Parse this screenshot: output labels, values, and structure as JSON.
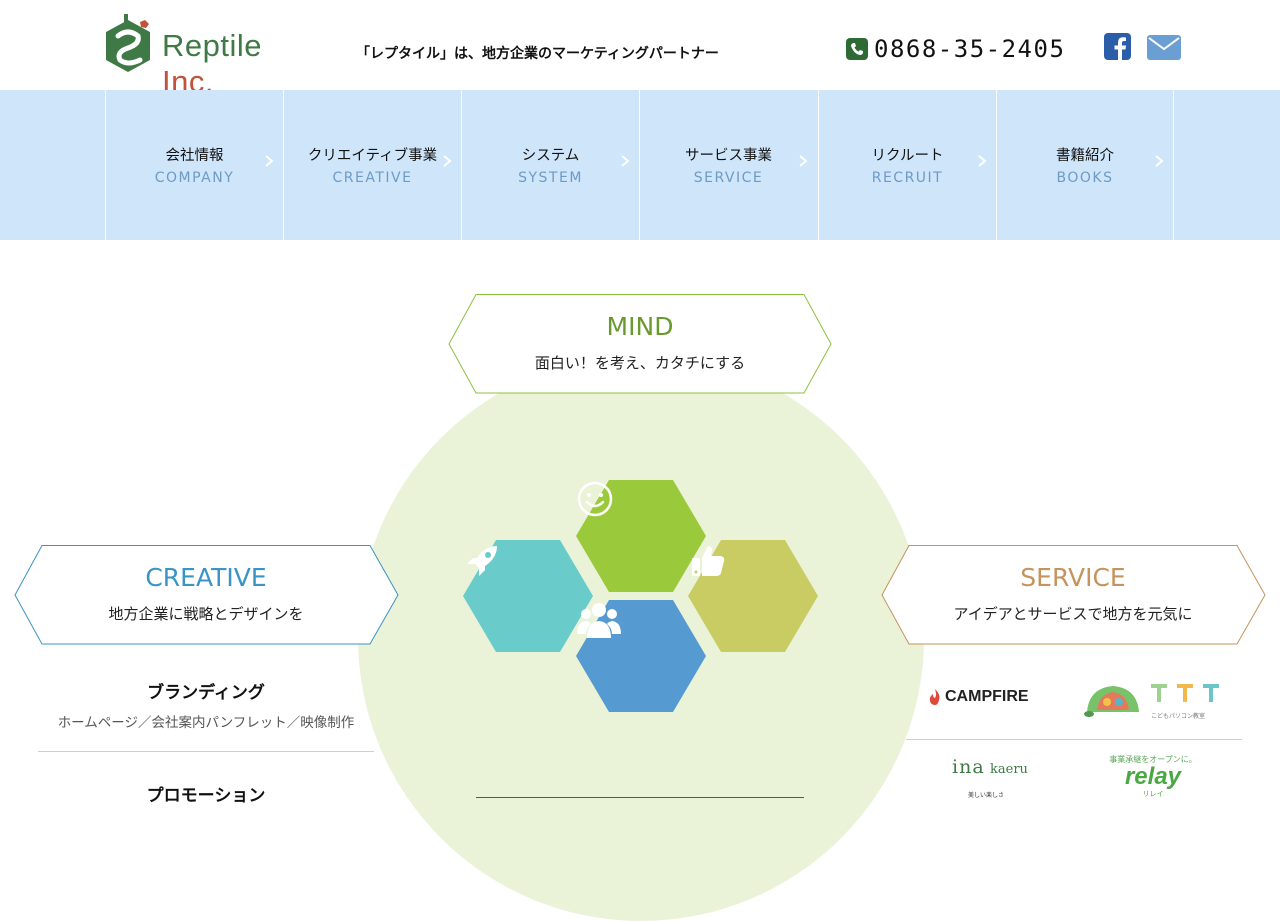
{
  "header": {
    "logo_main": "Reptile",
    "logo_suffix": " Inc.",
    "tagline": "「レプタイル」は、地方企業のマーケティングパートナー",
    "phone": "0868-35-2405",
    "phone_icon": "phone-icon",
    "facebook_icon": "facebook-icon",
    "mail_icon": "mail-icon",
    "colors": {
      "logo_green": "#3f7a46",
      "logo_accent": "#c0533a"
    }
  },
  "nav": {
    "items": [
      {
        "jp": "会社情報",
        "en": "COMPANY"
      },
      {
        "jp": "クリエイティブ事業",
        "en": "CREATIVE"
      },
      {
        "jp": "システム",
        "en": "SYSTEM"
      },
      {
        "jp": "サービス事業",
        "en": "SERVICE"
      },
      {
        "jp": "リクルート",
        "en": "RECRUIT"
      },
      {
        "jp": "書籍紹介",
        "en": "BOOKS"
      }
    ],
    "background": "#cfe5fa"
  },
  "sections": {
    "mind": {
      "title": "MIND",
      "subtitle": "面白い！を考え、カタチにする",
      "color": "#6a9a2d"
    },
    "creative": {
      "title": "CREATIVE",
      "subtitle": "地方企業に戦略とデザインを",
      "color": "#3a94c4"
    },
    "service": {
      "title": "SERVICE",
      "subtitle": "アイデアとサービスで地方を元気に",
      "color": "#c5935e"
    }
  },
  "hexagons": [
    {
      "icon": "smile-icon",
      "color": "#9aca3c"
    },
    {
      "icon": "rocket-icon",
      "color": "#69cccb"
    },
    {
      "icon": "thumbs-up-icon",
      "color": "#c9cc63"
    },
    {
      "icon": "users-icon",
      "color": "#559ad1"
    }
  ],
  "creative_services": [
    {
      "title": "ブランディング",
      "desc": "ホームページ／会社案内パンフレット／映像制作"
    },
    {
      "title": "プロモーション",
      "desc": ""
    }
  ],
  "partners": {
    "campfire": "CAMPFIRE",
    "ttt_caption": "こどもパソコン教室",
    "ina_main": "ina",
    "ina_sub": "kaeru",
    "ina_caption": "美しい楽しさ",
    "relay_top": "事業承継をオープンに。",
    "relay_main": "relay",
    "relay_sub": "リレイ"
  }
}
